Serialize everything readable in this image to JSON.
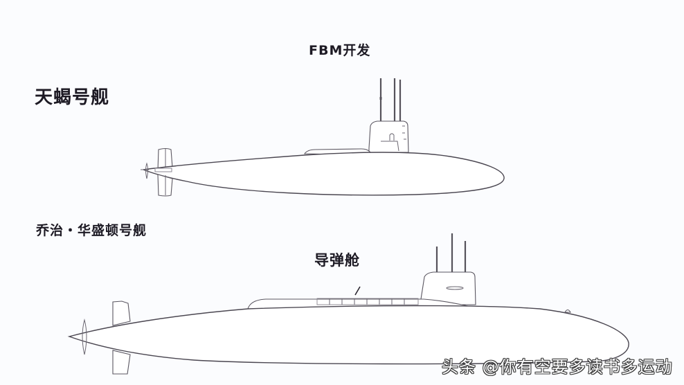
{
  "diagram": {
    "title": "FBM开发",
    "submarines": [
      {
        "id": "skipjack",
        "name": "天蝎号舰",
        "features": [
          "teardrop hull",
          "sail with 3 masts",
          "cruciform tail",
          "propeller"
        ]
      },
      {
        "id": "george-washington",
        "name": "乔治・华盛顿号舰",
        "features": [
          "lengthened hull",
          "missile compartment hump",
          "sail with 3 masts",
          "cruciform tail",
          "propeller"
        ],
        "callouts": [
          {
            "label": "导弹舱",
            "target": "missile-hatches",
            "hatch_count": 8
          }
        ]
      }
    ],
    "colors": {
      "background": "#fbfcfe",
      "line": "#4a4650",
      "text": "#1d1a24"
    }
  },
  "watermark": {
    "text": "头条 @你有空要多读书多运动"
  }
}
